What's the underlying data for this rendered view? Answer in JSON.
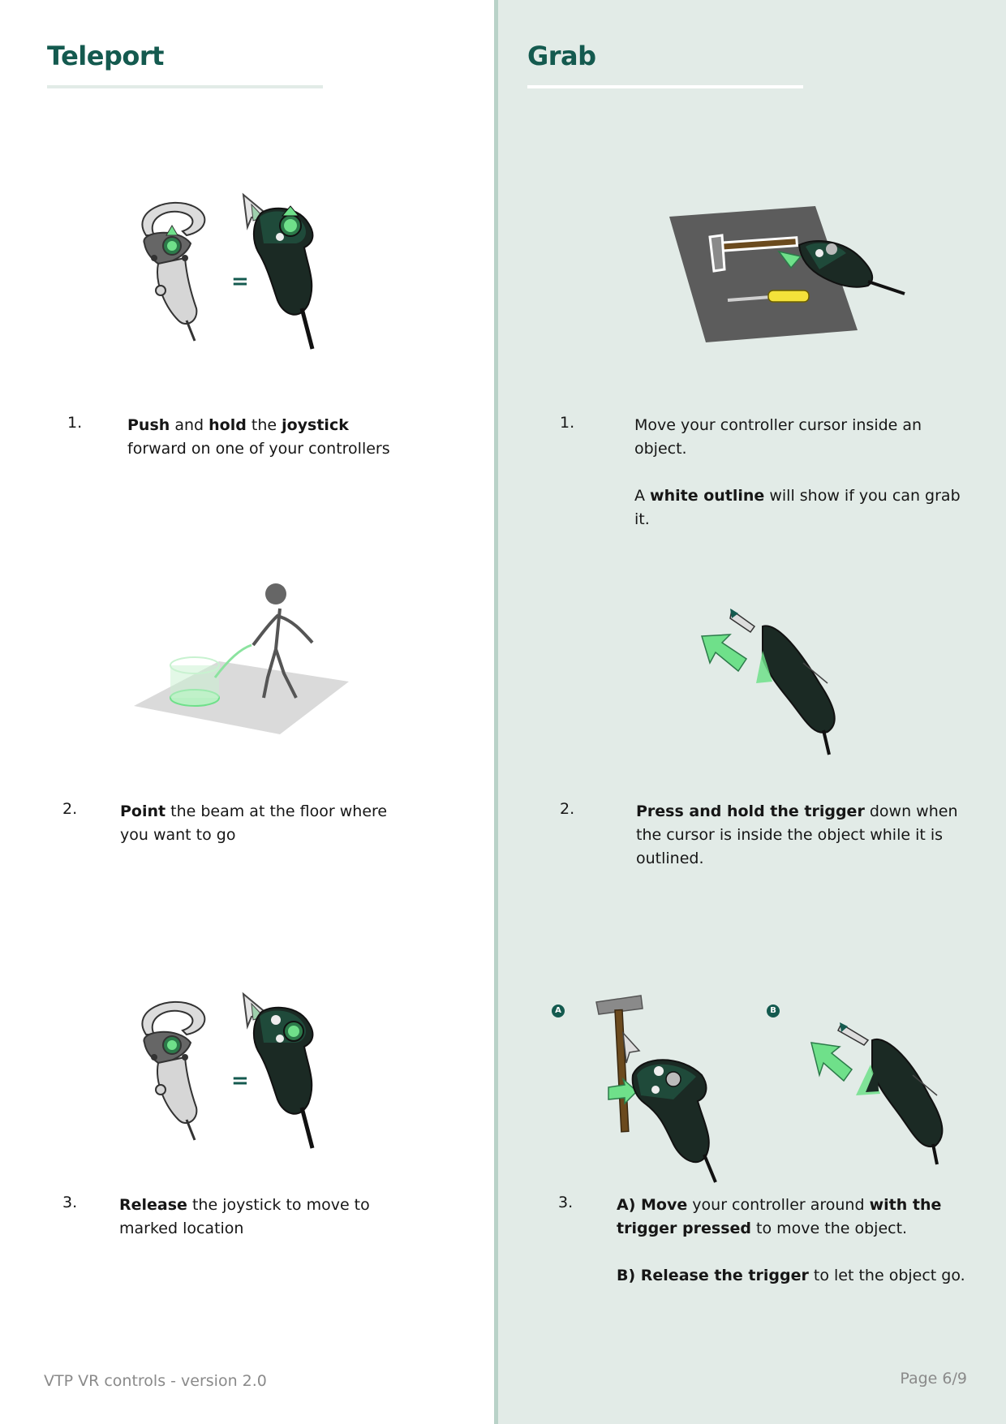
{
  "teleport": {
    "title": "Teleport",
    "steps": [
      {
        "number": "1.",
        "parts": [
          {
            "b": "Push"
          },
          {
            "t": " and "
          },
          {
            "b": "hold"
          },
          {
            "t": " the "
          },
          {
            "b": "joystick"
          },
          {
            "t": " forward on one of your controllers"
          }
        ]
      },
      {
        "number": "2.",
        "parts": [
          {
            "b": "Point"
          },
          {
            "t": " the beam at the floor where you want to go"
          }
        ]
      },
      {
        "number": "3.",
        "parts": [
          {
            "b": "Release"
          },
          {
            "t": " the joystick to move to marked location"
          }
        ]
      }
    ],
    "equals": "="
  },
  "grab": {
    "title": "Grab",
    "steps": [
      {
        "number": "1.",
        "paragraphs": [
          [
            {
              "t": "Move your controller cursor inside an object."
            }
          ],
          [
            {
              "t": "A "
            },
            {
              "b": "white outline"
            },
            {
              "t": " will show if you can grab it."
            }
          ]
        ]
      },
      {
        "number": "2.",
        "paragraphs": [
          [
            {
              "b": "Press and hold the trigger"
            },
            {
              "t": " down when the cursor is inside the object while it is outlined."
            }
          ]
        ]
      },
      {
        "number": "3.",
        "paragraphs": [
          [
            {
              "b": "A) Move"
            },
            {
              "t": " your controller around "
            },
            {
              "b": "with the trigger pressed"
            },
            {
              "t": " to move the object."
            }
          ],
          [
            {
              "b": "B) Release the trigger"
            },
            {
              "t": " to let the object go."
            }
          ]
        ]
      }
    ],
    "badges": {
      "a": "A",
      "b": "B"
    }
  },
  "footer": {
    "left": "VTP VR controls - version 2.0",
    "page": "Page 6/9"
  },
  "colors": {
    "brand": "#145a4f",
    "panel": "#e2ebe7",
    "divider": "#b9d2c8",
    "controller_dark": "#1b2a24",
    "highlight": "#6fe08a"
  }
}
